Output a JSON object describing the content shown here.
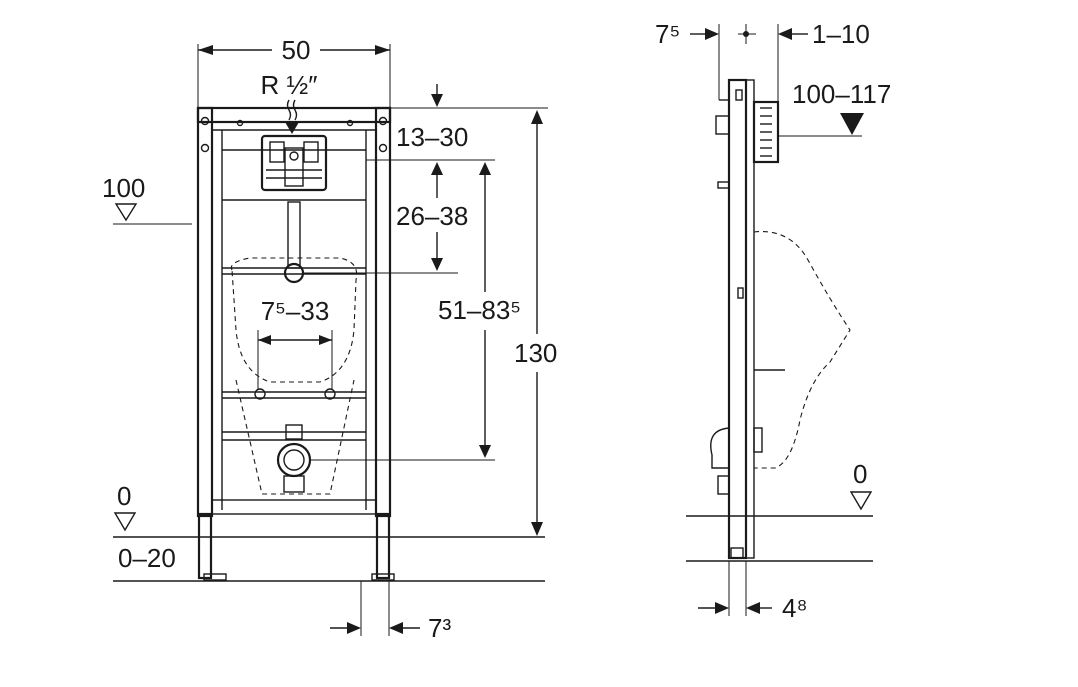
{
  "front_view": {
    "width": "50",
    "thread": "R ½″",
    "top_offset": "13–30",
    "water_range": "26–38",
    "fixing_spacing": "7⁵–33",
    "outlet_range": "51–83⁵",
    "total_height": "130",
    "level_100": "100",
    "level_0": "0",
    "foot_adjust": "0–20",
    "foot_width": "7³"
  },
  "side_view": {
    "frame_depth": "7⁵",
    "wall_offset": "1–10",
    "spreader_range": "100–117",
    "level_0": "0",
    "foot_depth": "4⁸"
  }
}
